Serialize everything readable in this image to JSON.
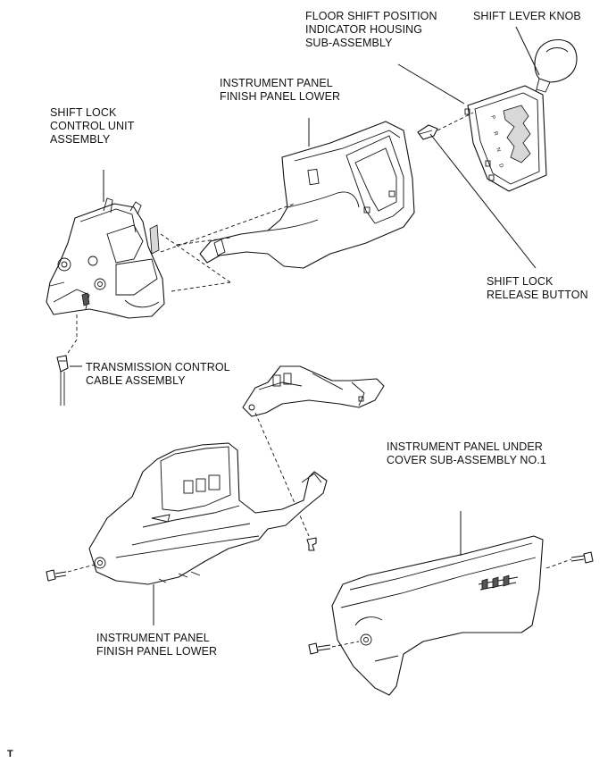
{
  "labels": {
    "floor_shift_housing": [
      "FLOOR SHIFT POSITION",
      "INDICATOR HOUSING",
      "SUB-ASSEMBLY"
    ],
    "shift_lever_knob": [
      "SHIFT LEVER KNOB"
    ],
    "finish_panel_lower_top": [
      "INSTRUMENT PANEL",
      "FINISH PANEL LOWER"
    ],
    "shift_lock_control_unit": [
      "SHIFT LOCK",
      "CONTROL UNIT",
      "ASSEMBLY"
    ],
    "shift_lock_release_button": [
      "SHIFT LOCK",
      "RELEASE BUTTON"
    ],
    "transmission_control_cable": [
      "TRANSMISSION CONTROL",
      "CABLE ASSEMBLY"
    ],
    "under_cover": [
      "INSTRUMENT PANEL UNDER",
      "COVER SUB-ASSEMBLY NO.1"
    ],
    "finish_panel_lower_bottom": [
      "INSTRUMENT PANEL",
      "FINISH PANEL LOWER"
    ]
  },
  "indicator_letters": [
    "P",
    "R",
    "N",
    "D"
  ],
  "corner_mark": "T"
}
